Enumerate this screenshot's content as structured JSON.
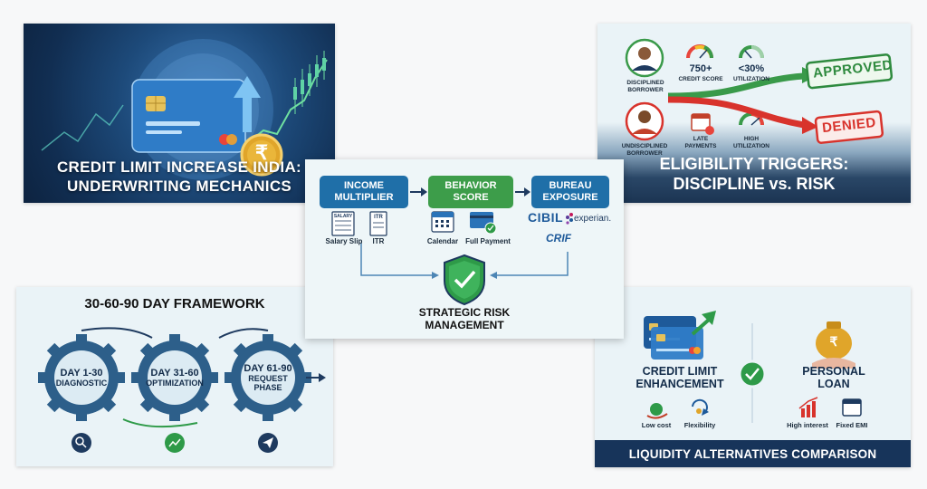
{
  "hero": {
    "title_line1": "CREDIT LIMIT INCREASE INDIA:",
    "title_line2": "UNDERWRITING MECHANICS",
    "currency_symbol": "₹"
  },
  "eligibility": {
    "disciplined": "DISCIPLINED BORROWER",
    "undisciplined": "UNDISCIPLINED BORROWER",
    "credit_score_value": "750+",
    "credit_score_label": "CREDIT SCORE",
    "utilization_value": "<30%",
    "utilization_label": "UTILIZATION",
    "late_payments": "LATE PAYMENTS",
    "high_utilization": "HIGH UTILIZATION",
    "approved": "APPROVED",
    "denied": "DENIED",
    "title_line1": "ELIGIBILITY TRIGGERS:",
    "title_line2": "DISCIPLINE vs. RISK"
  },
  "flow": {
    "income_line1": "INCOME",
    "income_line2": "MULTIPLIER",
    "behavior_line1": "BEHAVIOR",
    "behavior_line2": "SCORE",
    "bureau_line1": "BUREAU",
    "bureau_line2": "EXPOSURE",
    "salary_doc": "SALARY",
    "salary_slip": "Salary Slip",
    "itr_doc": "ITR",
    "itr": "ITR",
    "calendar": "Calendar",
    "full_payment": "Full Payment",
    "cibil": "CIBIL",
    "experian": "experian.",
    "crif": "CRIF",
    "result_line1": "STRATEGIC RISK",
    "result_line2": "MANAGEMENT"
  },
  "framework": {
    "title": "30-60-90 DAY FRAMEWORK",
    "steps": [
      {
        "days": "DAY 1-30",
        "phase": "DIAGNOSTIC"
      },
      {
        "days": "DAY 31-60",
        "phase": "OPTIMIZATION"
      },
      {
        "days": "DAY 61-90",
        "phase": "REQUEST PHASE"
      }
    ]
  },
  "comparison": {
    "left_title_line1": "CREDIT LIMIT",
    "left_title_line2": "ENHANCEMENT",
    "right_title_line1": "PERSONAL",
    "right_title_line2": "LOAN",
    "low_cost": "Low cost",
    "flexibility": "Flexibility",
    "high_interest": "High interest",
    "fixed_emi": "Fixed EMI",
    "footer": "LIQUIDITY ALTERNATIVES COMPARISON"
  },
  "colors": {
    "navy": "#17345a",
    "blue": "#2a73b8",
    "green": "#2e9a48",
    "red": "#d8332c",
    "gold": "#e0a52a"
  }
}
